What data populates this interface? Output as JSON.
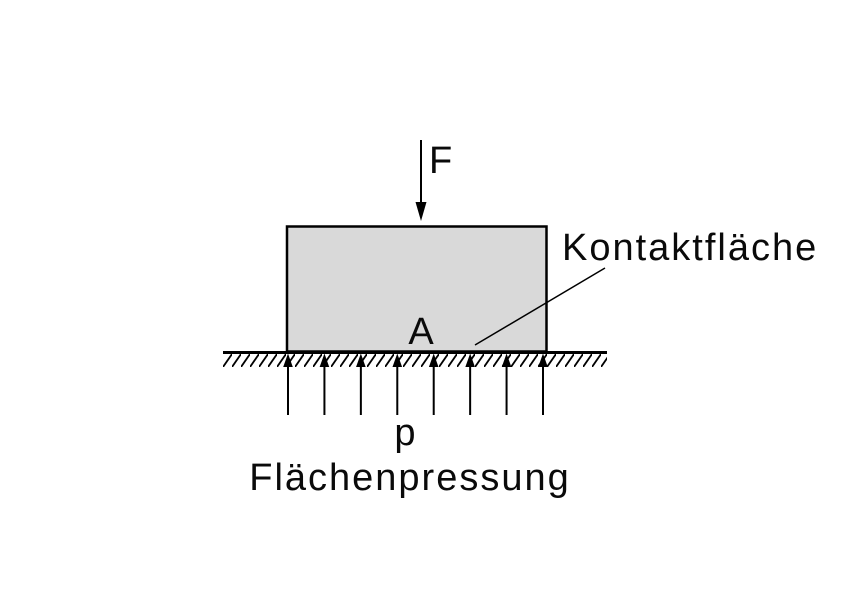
{
  "figure": {
    "caption": "Flächenpressung",
    "labels": {
      "force": "F",
      "contact_area": "A",
      "pressure": "p",
      "contact_surface": "Kontaktfläche"
    },
    "colors": {
      "block_fill": "#d9d9d9",
      "line": "#000000",
      "background": "#ffffff"
    },
    "pressure_arrow_count": 8
  }
}
